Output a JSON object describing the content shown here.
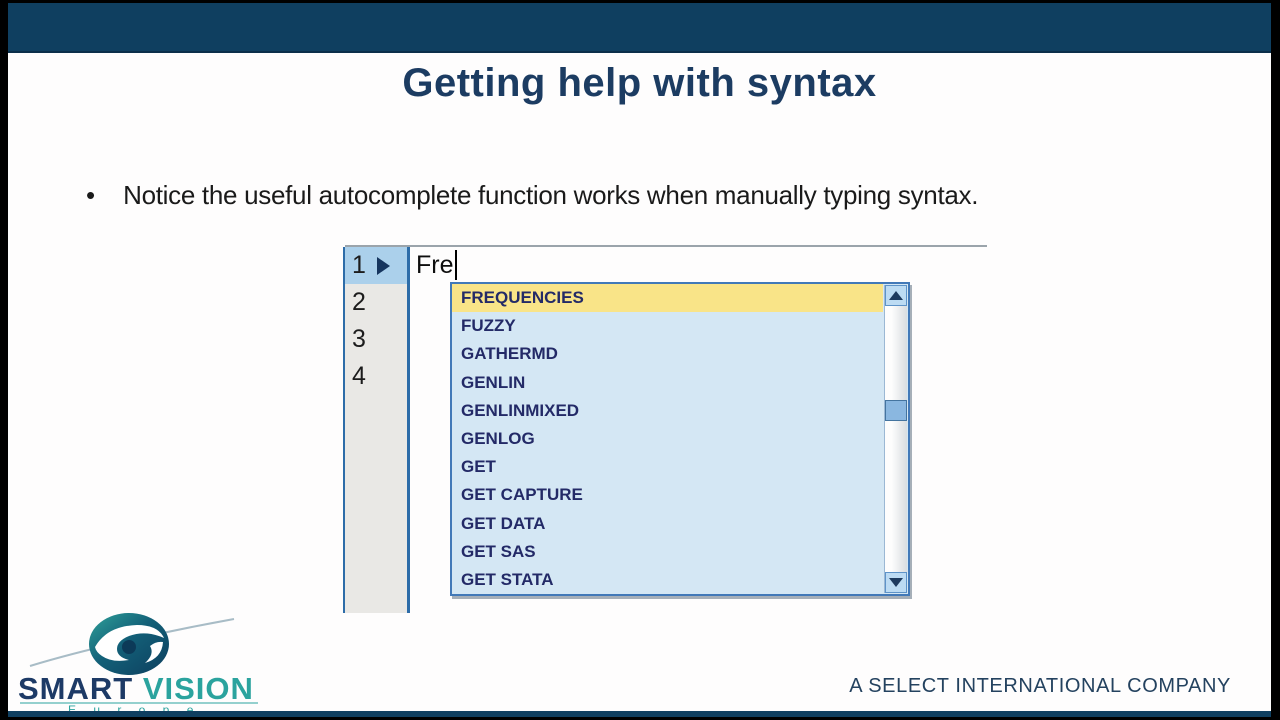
{
  "title": "Getting help with syntax",
  "bullet": {
    "icon": "•",
    "text": "Notice the useful autocomplete function works when manually typing syntax."
  },
  "editor": {
    "line_numbers": [
      "1",
      "2",
      "3",
      "4"
    ],
    "current_line": "1",
    "typed_text": "Fre",
    "autocomplete_items": [
      "FREQUENCIES",
      "FUZZY",
      "GATHERMD",
      "GENLIN",
      "GENLINMIXED",
      "GENLOG",
      "GET",
      "GET CAPTURE",
      "GET DATA",
      "GET SAS",
      "GET STATA"
    ],
    "selected_item": "FREQUENCIES",
    "selected_index": 0
  },
  "branding": {
    "logo_smart": "SMART",
    "logo_vision": "VISION",
    "logo_sub": "E u r o p e",
    "tagline": "A SELECT INTERNATIONAL COMPANY"
  },
  "colors": {
    "header_navy": "#0f3f60",
    "title_navy": "#1c3c62",
    "gutter_highlight": "#abd0eb",
    "gutter_border_blue": "#2d6ca8",
    "dropdown_bg": "#d4e7f4",
    "dropdown_border": "#4279b8",
    "selected_item_yellow": "#f9e488",
    "item_text_navy": "#232a67",
    "logo_navy": "#1d3a66",
    "logo_teal": "#2ba39e"
  }
}
